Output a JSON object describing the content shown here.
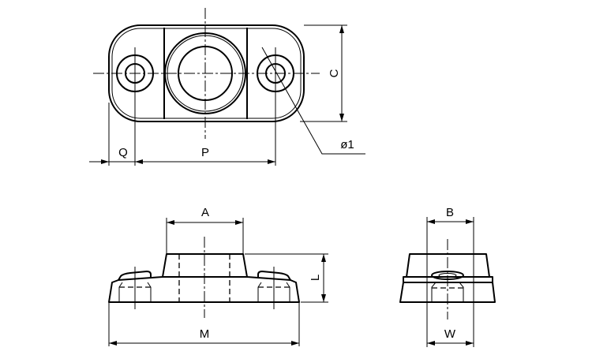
{
  "drawing": {
    "labels": {
      "Q": "Q",
      "P": "P",
      "C": "C",
      "hole": "ø1",
      "A": "A",
      "L": "L",
      "M": "M",
      "B": "B",
      "W": "W"
    }
  }
}
